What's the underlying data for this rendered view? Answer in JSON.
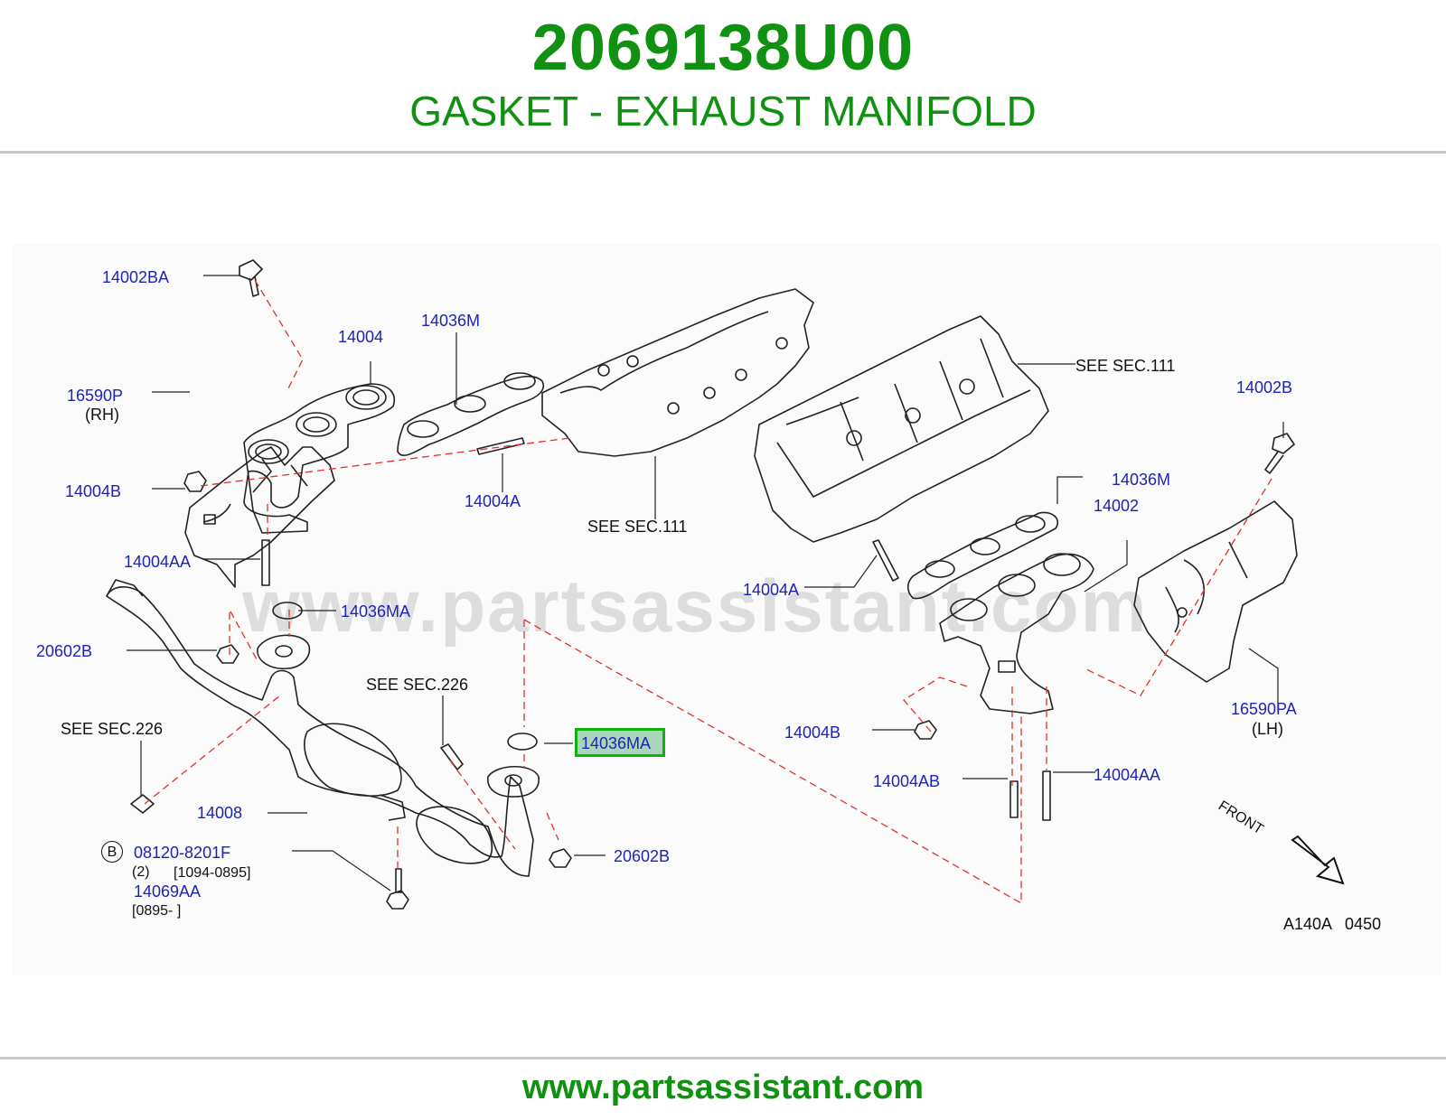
{
  "header": {
    "part_number": "2069138U00",
    "part_name": "GASKET - EXHAUST MANIFOLD"
  },
  "footer": {
    "url": "www.partsassistant.com"
  },
  "watermark": "www.partsassistant.com",
  "diagram": {
    "highlighted_part": "14036MA",
    "code": "A140A   0450",
    "front_label": "FRONT",
    "bolt_marker": "B",
    "labels": {
      "p14002BA": "14002BA",
      "p14004_rh": "14004",
      "p14036M_rh": "14036M",
      "p16590P": "16590P",
      "rh": "(RH)",
      "p14004B_rh": "14004B",
      "p14004A_rh": "14004A",
      "see111_left": "SEE   SEC.111",
      "p14004AA_left": "14004AA",
      "p14036MA_upper": "14036MA",
      "p20602B_left": "20602B",
      "see226_mid": "SEE   SEC.226",
      "see226_left": "SEE   SEC.226",
      "p14036MA_hl": "14036MA",
      "p14008": "14008",
      "p08120": "08120-8201F",
      "qty2": "(2)",
      "range1": "[1094-0895]",
      "p14069AA": "14069AA",
      "range2": "[0895-                    ]",
      "p20602B_right": "20602B",
      "see111_right": "SEE   SEC.111",
      "p14002B": "14002B",
      "p14036M_lh": "14036M",
      "p14002": "14002",
      "p14004A_lh": "14004A",
      "p16590PA": "16590PA",
      "lh": "(LH)",
      "p14004B_lh": "14004B",
      "p14004AB": "14004AB",
      "p14004AA_right": "14004AA"
    }
  },
  "colors": {
    "brand_green": "#119111",
    "label_blue": "#1c24b8",
    "dashed_red": "#e03030",
    "highlight_border": "#11b111",
    "highlight_fill": "#a9d6b9"
  }
}
